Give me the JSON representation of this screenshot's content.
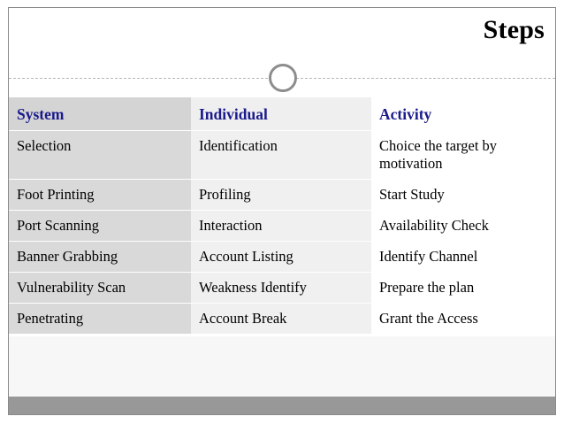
{
  "slide": {
    "title": "Steps",
    "ornament": {
      "circle_icon": "circle-outline-icon",
      "divider_icon": "dashed-divider-icon"
    },
    "colors": {
      "header_text": "#1a1a8c",
      "body_text": "#000000",
      "column_1_bg": "#d9d9d9",
      "column_2_bg": "#f0f0f0",
      "column_3_bg": "#ffffff",
      "footer_bar": "#989898",
      "divider": "#b7b7b7",
      "circle_stroke": "#8d8d8d"
    }
  },
  "table": {
    "headers": [
      "System",
      "Individual",
      "Activity"
    ],
    "rows": [
      [
        "Selection",
        "Identification",
        "Choice the target by motivation"
      ],
      [
        "Foot Printing",
        "Profiling",
        "Start Study"
      ],
      [
        "Port Scanning",
        "Interaction",
        "Availability Check"
      ],
      [
        "Banner Grabbing",
        "Account Listing",
        "Identify Channel"
      ],
      [
        "Vulnerability Scan",
        "Weakness Identify",
        "Prepare the plan"
      ],
      [
        "Penetrating",
        "Account Break",
        "Grant the Access"
      ]
    ]
  }
}
